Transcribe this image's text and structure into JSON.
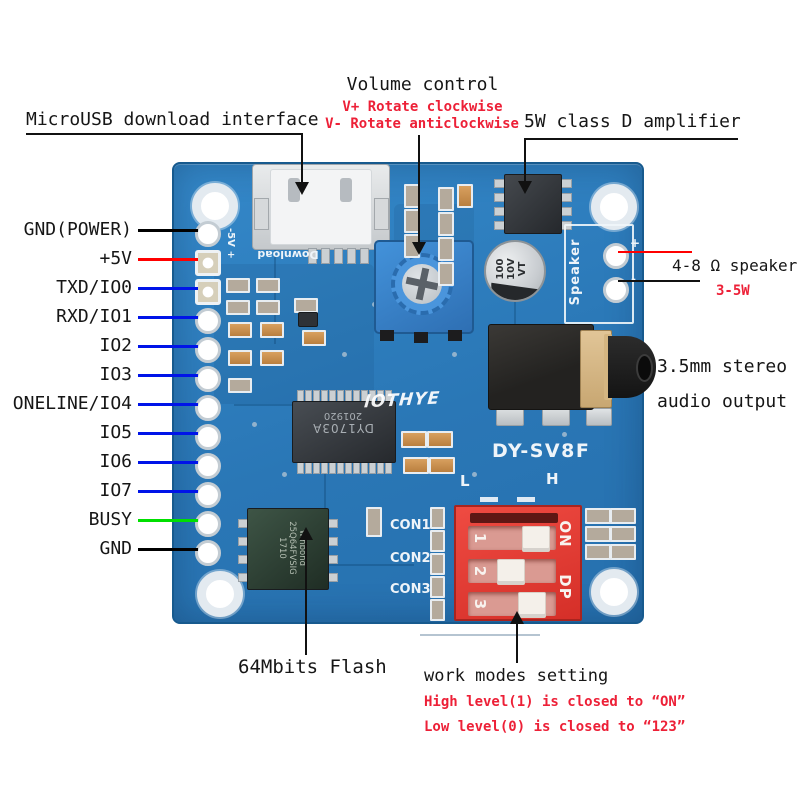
{
  "callouts": {
    "microusb": {
      "label": "MicroUSB download interface"
    },
    "volume": {
      "title": "Volume control",
      "sub1": "V+ Rotate clockwise",
      "sub2": "V- Rotate anticlockwise"
    },
    "amplifier": {
      "label": "5W class D amplifier"
    },
    "speaker": {
      "label": "4-8 Ω speaker",
      "sub": "3-5W"
    },
    "audio": {
      "line1": "3.5mm stereo",
      "line2": "audio output"
    },
    "flash": {
      "label": "64Mbits Flash"
    },
    "work_modes": {
      "title": "work modes setting",
      "sub1": "High level(1) is closed to “ON”",
      "sub2": "Low level(0) is closed to “123”"
    }
  },
  "pins": [
    {
      "label": "GND(POWER)",
      "color": "#000000"
    },
    {
      "label": "+5V",
      "color": "#ff0000"
    },
    {
      "label": "TXD/IO0",
      "color": "#0014e8"
    },
    {
      "label": "RXD/IO1",
      "color": "#0014e8"
    },
    {
      "label": "IO2",
      "color": "#0014e8"
    },
    {
      "label": "IO3",
      "color": "#0014e8"
    },
    {
      "label": "ONELINE/IO4",
      "color": "#0014e8"
    },
    {
      "label": "IO5",
      "color": "#0014e8"
    },
    {
      "label": "IO6",
      "color": "#0014e8"
    },
    {
      "label": "IO7",
      "color": "#0014e8"
    },
    {
      "label": "BUSY",
      "color": "#00df00"
    },
    {
      "label": "GND",
      "color": "#000000"
    }
  ],
  "board": {
    "model": "DY-SV8F",
    "watermark": "lOTHYE",
    "silkscreen": {
      "download": "Download",
      "speaker": "Speaker",
      "power_rail": "-5V +",
      "plus": "+",
      "minus": "-",
      "level_low": "L",
      "level_high": "H",
      "con1": "CON1",
      "con2": "CON2",
      "con3": "CON3"
    },
    "dip_switch": {
      "num1": "1",
      "num2": "2",
      "num3": "3",
      "on": "ON",
      "dp": "DP"
    },
    "ic_main": {
      "line1": "DY1703A",
      "line2": "201920"
    },
    "ic_flash": {
      "line1": "winbond",
      "line2": "25Q64FVSIG",
      "line3": "1710"
    },
    "capacitor": {
      "line1": "100",
      "line2": "10V",
      "line3": "VT"
    }
  },
  "colors": {
    "pcb_blue": "#2e7fc2",
    "pcb_border": "#175a8e",
    "silkscreen_white": "#eef4f9",
    "dip_red": "#e23c35",
    "label_black": "#161616",
    "label_red": "#ed2037",
    "line_red": "#ff0000",
    "line_blue": "#0014e8",
    "line_green": "#00df00",
    "line_black": "#000000"
  }
}
